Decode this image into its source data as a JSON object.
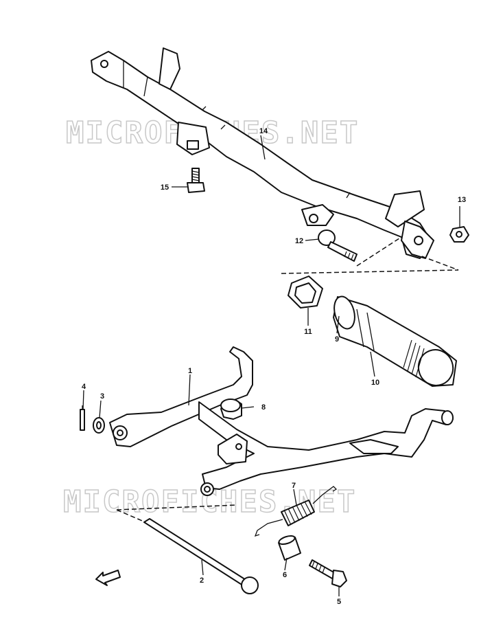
{
  "watermark": "MICROFICHES.NET",
  "callouts": [
    {
      "id": "c1",
      "text": "1"
    },
    {
      "id": "c2",
      "text": "2"
    },
    {
      "id": "c3",
      "text": "3"
    },
    {
      "id": "c4",
      "text": "4"
    },
    {
      "id": "c5",
      "text": "5"
    },
    {
      "id": "c6",
      "text": "6"
    },
    {
      "id": "c7",
      "text": "7"
    },
    {
      "id": "c8",
      "text": "8"
    },
    {
      "id": "c9",
      "text": "9"
    },
    {
      "id": "c10",
      "text": "10"
    },
    {
      "id": "c11",
      "text": "11"
    },
    {
      "id": "c12",
      "text": "12"
    },
    {
      "id": "c13",
      "text": "13"
    },
    {
      "id": "c14",
      "text": "14"
    },
    {
      "id": "c15",
      "text": "15"
    }
  ]
}
